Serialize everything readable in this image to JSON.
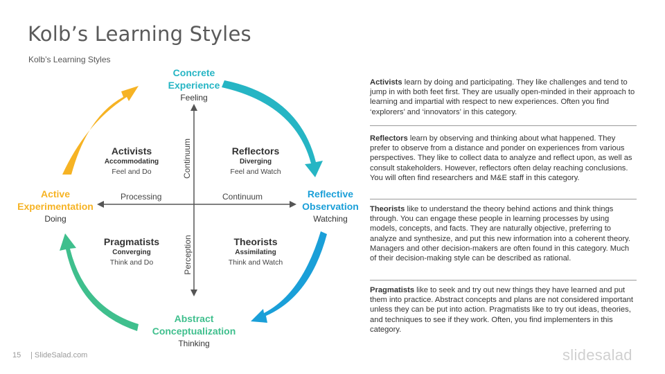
{
  "slide": {
    "title": "Kolb’s Learning Styles",
    "subtitle": "Kolb’s Learning Styles",
    "page_number": "15",
    "site": "| SlideSalad.com",
    "brand": "slidesalad"
  },
  "colors": {
    "concrete": "#26b5c4",
    "reflective": "#1a9fd8",
    "abstract": "#3fbf8d",
    "active": "#f6b324",
    "axis": "#555555"
  },
  "stages": {
    "concrete": {
      "line1": "Concrete",
      "line2": "Experience",
      "sub": "Feeling"
    },
    "reflective": {
      "line1": "Reflective",
      "line2": "Observation",
      "sub": "Watching"
    },
    "abstract": {
      "line1": "Abstract",
      "line2": "Conceptualization",
      "sub": "Thinking"
    },
    "active": {
      "line1": "Active",
      "line2": "Experimentation",
      "sub": "Doing"
    }
  },
  "axes": {
    "processing": "Processing",
    "continuum_h": "Continuum",
    "continuum_v": "Continuum",
    "perception": "Perception"
  },
  "quadrants": {
    "activists": {
      "name": "Activists",
      "style": "Accommodating",
      "desc": "Feel and Do"
    },
    "reflectors": {
      "name": "Reflectors",
      "style": "Diverging",
      "desc": "Feel and Watch"
    },
    "pragmatists": {
      "name": "Pragmatists",
      "style": "Converging",
      "desc": "Think and Do"
    },
    "theorists": {
      "name": "Theorists",
      "style": "Assimilating",
      "desc": "Think and Watch"
    }
  },
  "descriptions": {
    "activists": {
      "term": "Activists",
      "text": " learn by doing and participating. They like challenges and tend to jump in with both feet first. They are usually open-minded in their approach to learning and impartial with respect to new experiences. Often you find ‘explorers’ and ‘innovators’ in this category."
    },
    "reflectors": {
      "term": "Reflectors",
      "text": " learn by observing and thinking about what happened. They prefer to observe from a distance and ponder on experiences from various perspectives. They like to collect data to analyze and reflect upon, as well as consult stakeholders. However, reflectors often delay reaching conclusions. You will often find researchers and M&E staff in this category."
    },
    "theorists": {
      "term": "Theorists",
      "text": " like to understand the theory behind actions and think things through. You can engage these people in learning processes by using models, concepts, and facts. They are naturally objective, preferring to analyze and synthesize, and put this new information into a coherent theory. Managers and other decision-makers are often found in this category. Much of their decision-making style can be described as rational."
    },
    "pragmatists": {
      "term": "Pragmatists",
      "text": " like to seek and try out new things they have learned and put them into practice. Abstract concepts and plans are not considered important unless they can be put into action. Pragmatists like to try out ideas, theories, and techniques to see if they work. Often, you find implementers in this category."
    }
  }
}
